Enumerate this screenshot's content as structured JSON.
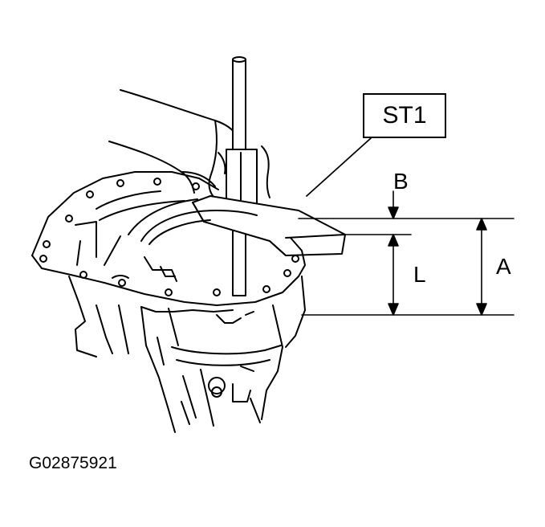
{
  "diagram": {
    "tool_label": "ST1",
    "dimension_labels": {
      "b": "B",
      "l": "L",
      "a": "A"
    },
    "figure_code": "G02875921"
  },
  "colors": {
    "line": "#000000",
    "background": "#ffffff"
  }
}
